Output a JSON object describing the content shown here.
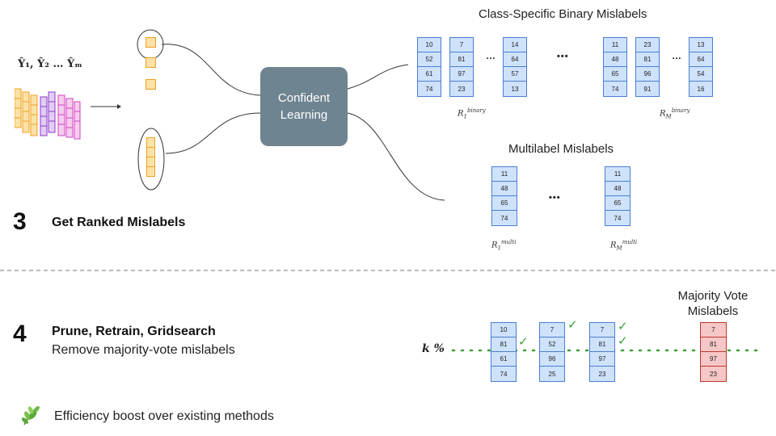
{
  "inputs_label": "Ŷ₁, Ŷ₂ … Ŷₘ",
  "center_box": "Confident Learning",
  "binary_section": {
    "title": "Class-Specific Binary Mislabels",
    "columns": [
      [
        "10",
        "52",
        "61",
        "74"
      ],
      [
        "7",
        "81",
        "97",
        "23"
      ],
      [
        "14",
        "64",
        "57",
        "13"
      ],
      [
        "11",
        "48",
        "65",
        "74"
      ],
      [
        "23",
        "81",
        "96",
        "91"
      ],
      [
        "13",
        "64",
        "54",
        "16"
      ]
    ],
    "label_first": "R",
    "label_first_sub": "1",
    "label_first_sup": "binary",
    "label_last": "R",
    "label_last_sub": "M",
    "label_last_sup": "binary"
  },
  "multi_section": {
    "title": "Multilabel Mislabels",
    "columns": [
      [
        "11",
        "48",
        "65",
        "74"
      ],
      [
        "11",
        "48",
        "65",
        "74"
      ]
    ],
    "label_first": "R",
    "label_first_sub": "1",
    "label_first_sup": "multi",
    "label_last": "R",
    "label_last_sub": "M",
    "label_last_sup": "multi"
  },
  "ellipsis": "…",
  "ellipsis_big": "•••",
  "step3": {
    "number": "3",
    "title": "Get Ranked Mislabels"
  },
  "step4": {
    "number": "4",
    "title": "Prune, Retrain, Gridsearch",
    "subtitle": "Remove majority-vote mislabels"
  },
  "threshold_label": "k %",
  "vote_columns": [
    [
      "10",
      "81",
      "61",
      "74"
    ],
    [
      "7",
      "52",
      "96",
      "25"
    ],
    [
      "7",
      "81",
      "97",
      "23"
    ]
  ],
  "majority_title": "Majority Vote Mislabels",
  "majority_column": [
    "7",
    "81",
    "97",
    "23"
  ],
  "footer": "Efficiency boost over existing methods",
  "colors": {
    "accent_box": "#6e8490",
    "cell_blue": "#cfe2fb",
    "cell_red": "#f6c7c7",
    "check_green": "#3aa03a",
    "dotted_line": "#3aa03a"
  }
}
